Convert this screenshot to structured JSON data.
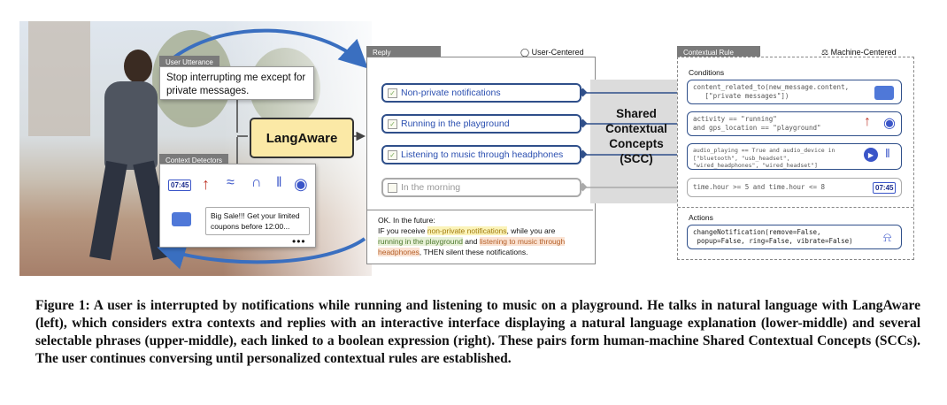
{
  "left": {
    "utterance_header": "User Utterance",
    "utterance_text": "Stop interrupting me except for private messages.",
    "engine_label": "LangAware",
    "detectors_header": "Context Detectors",
    "clock_text": "07:45",
    "sale_text": "Big Sale!!! Get your limited coupons before 12:00...",
    "more_dots": "•••"
  },
  "reply": {
    "header": "Reply",
    "perspective": "User-Centered",
    "phrases": [
      {
        "label": "Non-private notifications",
        "checked": true
      },
      {
        "label": "Running in the playground",
        "checked": true
      },
      {
        "label": "Listening to music through headphones",
        "checked": true
      },
      {
        "label": "In the morning",
        "checked": false
      }
    ],
    "explanation": {
      "p1": "OK. In the future:",
      "p2": "IF you receive ",
      "h1": "non-private notifications",
      "p3": ", while you are ",
      "h2": "running in the playground",
      "p4": " and ",
      "h3": "listening to music through headphones",
      "p5": ", THEN silent these notifications."
    }
  },
  "scc": {
    "line1": "Shared",
    "line2": "Contextual",
    "line3": "Concepts",
    "line4": "(SCC)"
  },
  "rule": {
    "header": "Contextual Rule",
    "perspective": "Machine-Centered",
    "conditions_label": "Conditions",
    "conditions": [
      {
        "code": "content_related_to(new_message.content,\n   [\"private messages\"])"
      },
      {
        "code": "activity == \"running\"\nand gps_location == \"playground\""
      },
      {
        "code": "audio_playing == True and audio_device in\n[\"bluetooth\", \"usb_headset\",\n\"wired_headphones\", \"wired_headset\"]"
      },
      {
        "code": "time.hour >= 5 and time.hour <= 8",
        "clock": "07:45"
      }
    ],
    "actions_label": "Actions",
    "action_code": "changeNotification(remove=False,\n popup=False, ring=False, vibrate=False)"
  },
  "caption": "Figure 1: A user is interrupted by notifications while running and listening to music on a playground. He talks in natural language with LangAware (left), which considers extra contexts and replies with an interactive interface displaying a natural language explanation (lower-middle) and several selectable phrases (upper-middle), each linked to a boolean expression (right). These pairs form human-machine Shared Contextual Concepts (SCCs). The user continues conversing until personalized contextual rules are established.",
  "colors": {
    "accent_blue": "#2f4f8a",
    "langaware_fill": "#fbe9a6",
    "arc_blue": "#3a6fc0"
  }
}
